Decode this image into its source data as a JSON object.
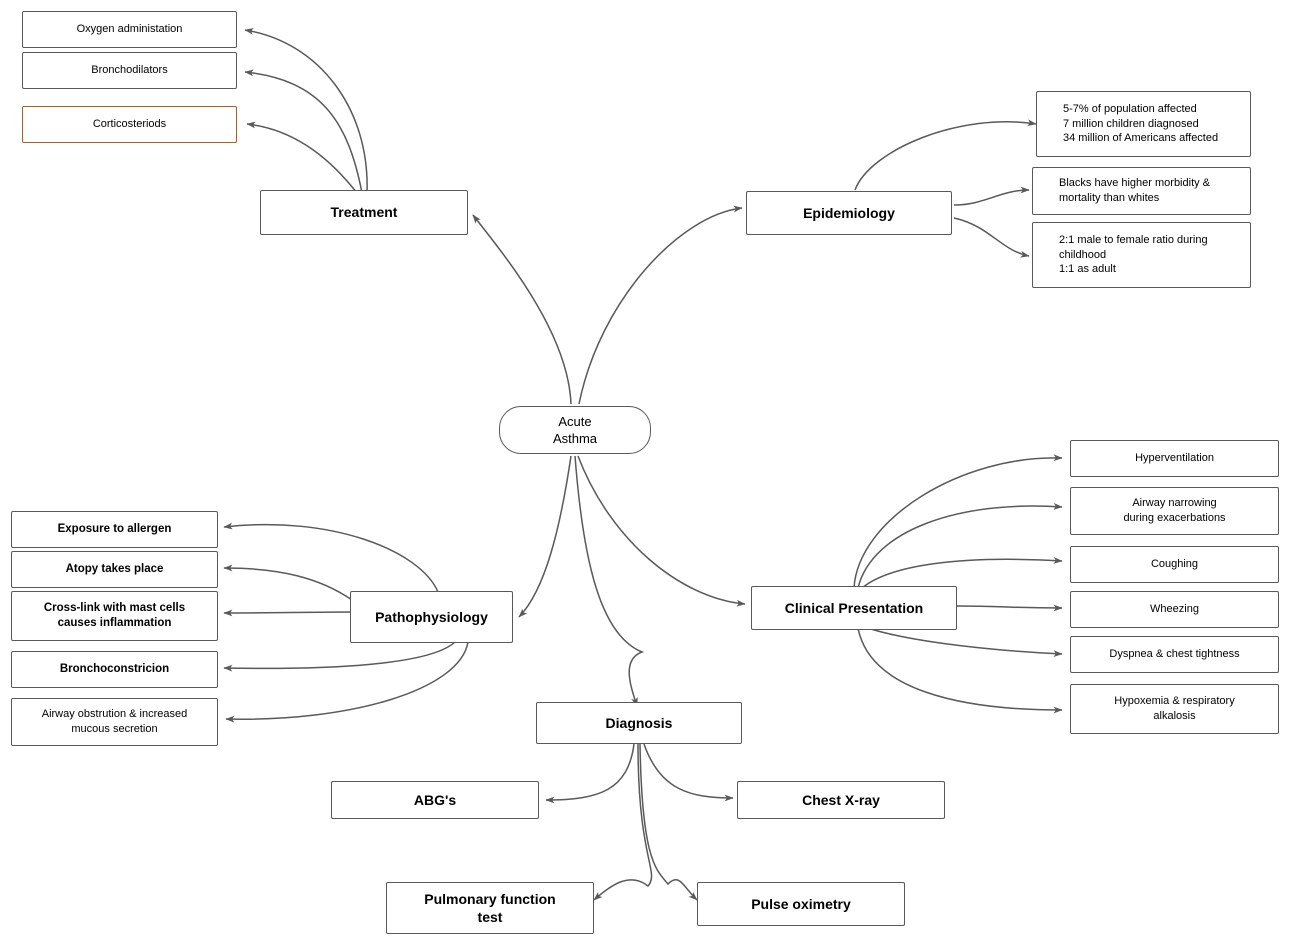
{
  "diagram": {
    "title": "Acute Asthma Concept Map",
    "type": "concept-map",
    "root": {
      "label": "Acute\nAsthma"
    },
    "colors": {
      "node_border": "#595959",
      "accent_border": "#8a6a45",
      "edge": "#595959",
      "text": "#000000",
      "background": "#ffffff"
    },
    "branches": {
      "treatment": {
        "label": "Treatment",
        "children": [
          {
            "label": "Oxygen administation"
          },
          {
            "label": "Bronchodilators"
          },
          {
            "label": "Corticosteriods",
            "accent": true
          }
        ]
      },
      "epidemiology": {
        "label": "Epidemiology",
        "children": [
          {
            "label": "5-7% of population affected\n7 million children diagnosed\n34 million of Americans affected"
          },
          {
            "label": "Blacks have higher morbidity &\nmortality than whites"
          },
          {
            "label": "2:1 male to female ratio during\nchildhood\n1:1 as adult"
          }
        ]
      },
      "pathophysiology": {
        "label": "Pathophysiology",
        "children": [
          {
            "label": "Exposure to allergen"
          },
          {
            "label": "Atopy takes place"
          },
          {
            "label": "Cross-link with mast cells\ncauses inflammation"
          },
          {
            "label": "Bronchoconstricion"
          },
          {
            "label": "Airway obstrution & increased\nmucous secretion"
          }
        ]
      },
      "clinical_presentation": {
        "label": "Clinical Presentation",
        "children": [
          {
            "label": "Hyperventilation"
          },
          {
            "label": "Airway narrowing\nduring exacerbations"
          },
          {
            "label": "Coughing"
          },
          {
            "label": "Wheezing"
          },
          {
            "label": "Dyspnea & chest tightness"
          },
          {
            "label": "Hypoxemia & respiratory\nalkalosis"
          }
        ]
      },
      "diagnosis": {
        "label": "Diagnosis",
        "children": [
          {
            "label": "ABG's"
          },
          {
            "label": "Chest X-ray"
          },
          {
            "label": "Pulmonary function\ntest"
          },
          {
            "label": "Pulse oximetry"
          }
        ]
      }
    }
  }
}
